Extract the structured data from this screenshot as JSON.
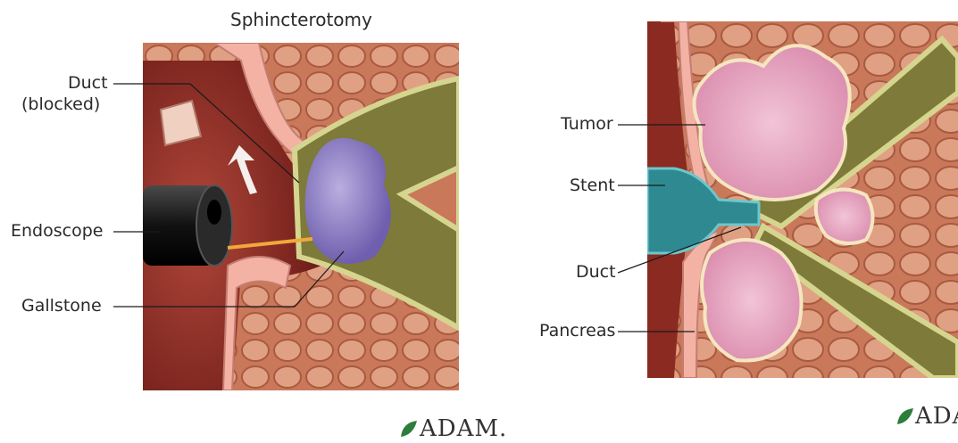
{
  "left_panel": {
    "title": "Sphincterotomy",
    "labels": {
      "duct": "Duct",
      "duct_sub": "(blocked)",
      "endoscope": "Endoscope",
      "gallstone": "Gallstone"
    }
  },
  "right_panel": {
    "labels": {
      "tumor": "Tumor",
      "stent": "Stent",
      "duct": "Duct",
      "pancreas": "Pancreas"
    }
  },
  "logos": {
    "center": "ADAM.",
    "right": "ADA"
  },
  "colors": {
    "tissue": "#c97a5c",
    "tissue_light": "#e6a88a",
    "lumen": "#8a2a20",
    "wall_pink": "#f3b2a4",
    "duct_olive": "#7d7a3a",
    "duct_edge": "#d6d58f",
    "stone": "#8c7bc2",
    "tumor": "#e9a8c2",
    "stent": "#2e8a90",
    "scope": "#1a1a1a",
    "logo_leaf": "#2e7d3a"
  }
}
